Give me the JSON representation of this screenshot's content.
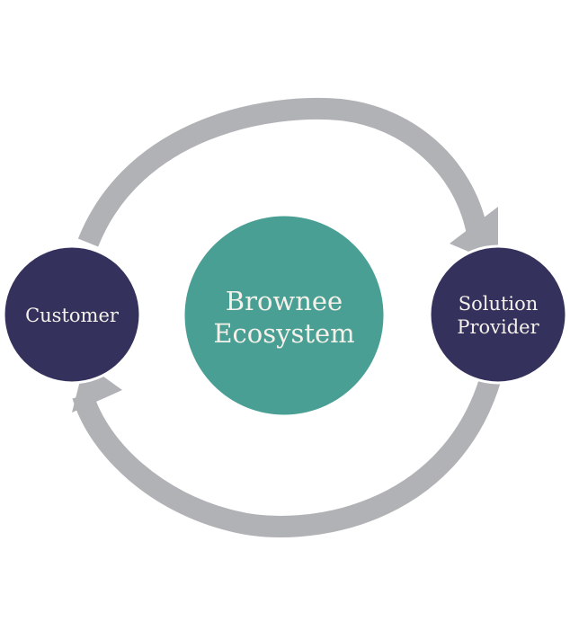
{
  "diagram": {
    "center": {
      "line1": "Brownee",
      "line2": "Ecosystem"
    },
    "left": {
      "label": "Customer"
    },
    "right": {
      "line1": "Solution",
      "line2": "Provider"
    }
  },
  "colors": {
    "arrow": "#b1b2b6",
    "center_fill": "#4a9f94",
    "side_fill": "#34315c",
    "text": "#f4f1ea"
  },
  "icons": {
    "top_arrow": "arrow-clockwise-right",
    "bottom_arrow": "arrow-counterclockwise-left"
  }
}
